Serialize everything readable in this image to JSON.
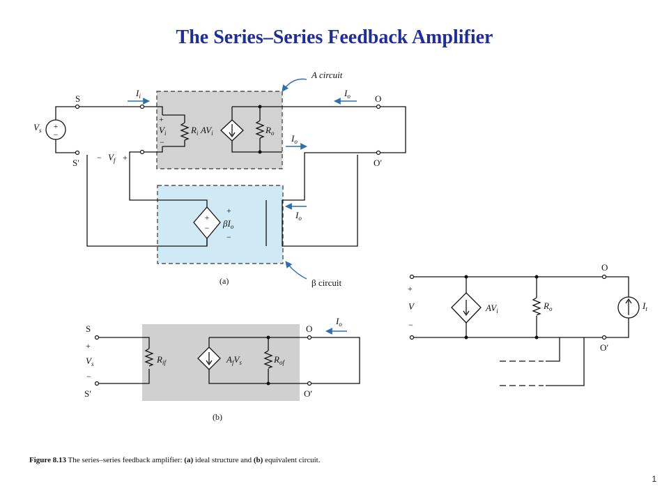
{
  "title": "The Series–Series Feedback Amplifier",
  "diagram_a": {
    "caption_letter": "(a)",
    "a_circuit_label": "A circuit",
    "beta_circuit_label": "β circuit",
    "node_s": "S",
    "node_s_prime": "S′",
    "node_o": "O",
    "node_o_prime": "O′",
    "source_v": "V",
    "source_v_sub": "s",
    "current_i": "I",
    "current_i_sub": "i",
    "current_io": "I",
    "current_io_sub": "o",
    "vi_label": "V",
    "vi_sub": "i",
    "ri_label": "R",
    "ri_sub": "i",
    "avi_label": "AV",
    "avi_sub": "i",
    "ro_label": "R",
    "ro_sub": "o",
    "vf_minus": "−",
    "vf_label": "V",
    "vf_sub": "f",
    "vf_plus": "+",
    "beta_label": "βI",
    "beta_sub": "o",
    "plus": "+",
    "minus": "−"
  },
  "diagram_b": {
    "caption_letter": "(b)",
    "node_s": "S",
    "node_s_prime": "S′",
    "node_o": "O",
    "node_o_prime": "O′",
    "vs_label": "V",
    "vs_sub": "s",
    "rif_label": "R",
    "rif_sub": "if",
    "afvs_label": "A",
    "afvs_sub": "f",
    "afvs_tail": "V",
    "afvs_tail_sub": "s",
    "rof_label": "R",
    "rof_sub": "of",
    "io_label": "I",
    "io_sub": "o",
    "plus": "+",
    "minus": "−"
  },
  "diagram_c": {
    "node_o": "O",
    "node_o_prime": "O′",
    "v_label": "V",
    "avi_label": "AV",
    "avi_sub": "i",
    "ro_label": "R",
    "ro_sub": "o",
    "it_label": "I",
    "it_sub": "t",
    "plus": "+",
    "minus": "−"
  },
  "caption": {
    "figure": "Figure 8.13",
    "text_1": " The series–series feedback amplifier: ",
    "a": "(a)",
    "text_2": " ideal structure and ",
    "b": "(b)",
    "text_3": " equivalent circuit."
  },
  "page_number": "1",
  "colors": {
    "title": "#1f2d9c",
    "a_box_fill": "#d2d2d2",
    "beta_box_fill": "#cfe9f5",
    "b_box_fill": "#d0d0d0",
    "arrow": "#2d6fb0"
  }
}
